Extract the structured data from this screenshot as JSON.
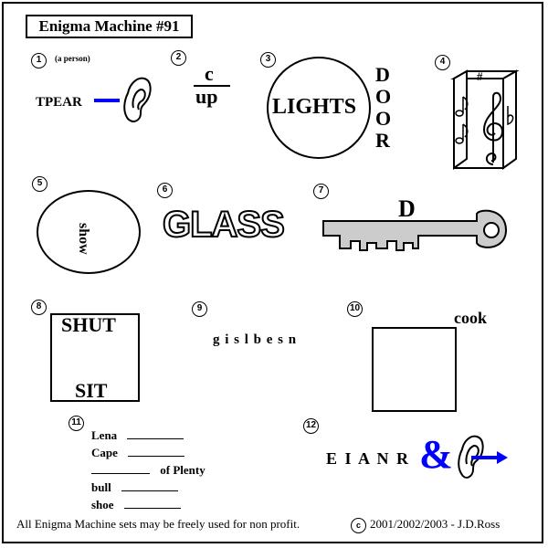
{
  "title": "Enigma Machine #91",
  "puzzles": [
    {
      "number": "1",
      "note": "(a person)",
      "text": "TPEAR",
      "icons": [
        "blue-dash-icon",
        "ear-icon"
      ]
    },
    {
      "number": "2",
      "top": "c",
      "bottom": "up"
    },
    {
      "number": "3",
      "circle_text": "LIGHTS",
      "vertical_letters": [
        "D",
        "O",
        "O",
        "R"
      ]
    },
    {
      "number": "4",
      "box_symbol": "#",
      "icons": [
        "music-note-icon",
        "music-note-icon",
        "treble-clef-icon",
        "flat-icon"
      ]
    },
    {
      "number": "5",
      "circle_text": "show"
    },
    {
      "number": "6",
      "outline_text": "GLASS"
    },
    {
      "number": "7",
      "text": "D",
      "icons": [
        "key-icon"
      ]
    },
    {
      "number": "8",
      "top_text": "SHUT",
      "bottom_text": "SIT"
    },
    {
      "number": "9",
      "text": "g i s l b e s n"
    },
    {
      "number": "10",
      "text": "cook"
    },
    {
      "number": "11",
      "lines": [
        {
          "before": "Lena",
          "after": ""
        },
        {
          "before": "Cape",
          "after": ""
        },
        {
          "before": "",
          "after": "of Plenty"
        },
        {
          "before": "bull",
          "after": ""
        },
        {
          "before": "shoe",
          "after": ""
        }
      ]
    },
    {
      "number": "12",
      "text": "E I A N R",
      "ampersand": "&",
      "icons": [
        "ear-icon",
        "blue-arrow-icon"
      ]
    }
  ],
  "footer": {
    "left": "All Enigma Machine sets may be freely used for non profit.",
    "copyright_symbol": "c",
    "right": "2001/2002/2003 - J.D.Ross"
  },
  "colors": {
    "accent_blue": "#0000ff",
    "ink": "#000000",
    "background": "#ffffff"
  }
}
